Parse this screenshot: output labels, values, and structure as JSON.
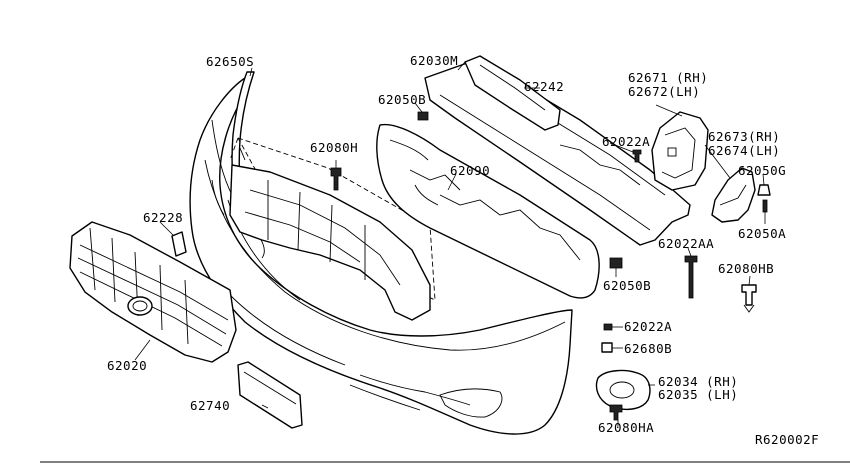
{
  "diagram": {
    "code": "R620002F",
    "labels": {
      "p62650S": "62650S",
      "p62030M": "62030M",
      "p62242": "62242",
      "p62671": "62671 (RH)",
      "p62672": "62672(LH)",
      "p62050B_top": "62050B",
      "p62080H": "62080H",
      "p62022A_top": "62022A",
      "p62673": "62673(RH)",
      "p62674": "62674(LH)",
      "p62090": "62090",
      "p62050G": "62050G",
      "p62228": "62228",
      "p62050A": "62050A",
      "p62022AA": "62022AA",
      "p62080HB": "62080HB",
      "p62050B_bot": "62050B",
      "p62022A_bot": "62022A",
      "p62680B": "62680B",
      "p62020": "62020",
      "p62034": "62034 (RH)",
      "p62035": "62035 (LH)",
      "p62740": "62740",
      "p62080HA": "62080HA"
    }
  }
}
